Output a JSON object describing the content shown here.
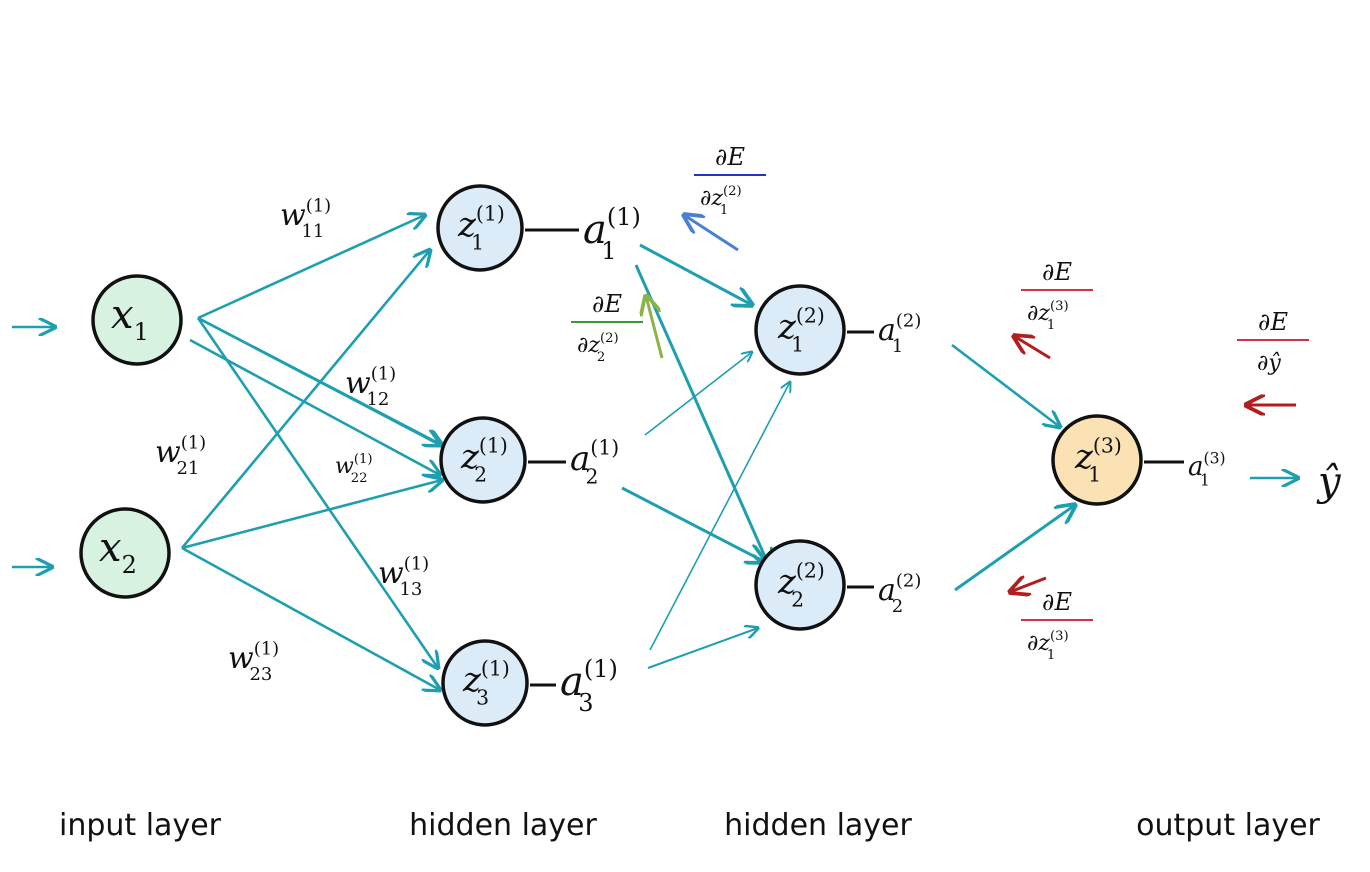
{
  "colors": {
    "edge": "#1e9fb0",
    "input_fill": "#d8f2e2",
    "hidden_fill": "#dcebf8",
    "output_fill": "#fbe2b4",
    "grad_blue": "#2233cc",
    "grad_blue_arrow": "#4a7fd6",
    "grad_green": "#3a9a3a",
    "grad_green_arrow": "#8ab34a",
    "grad_red": "#d4304a",
    "grad_red_arrow": "#b21e1e"
  },
  "nodes": [
    {
      "id": "x1",
      "base": "x",
      "sub": "1",
      "sup": "",
      "layer": "input"
    },
    {
      "id": "x2",
      "base": "x",
      "sub": "2",
      "sup": "",
      "layer": "input"
    },
    {
      "id": "z11",
      "base": "z",
      "sub": "1",
      "sup": "(1)",
      "layer": "hidden"
    },
    {
      "id": "z21",
      "base": "z",
      "sub": "2",
      "sup": "(1)",
      "layer": "hidden"
    },
    {
      "id": "z31",
      "base": "z",
      "sub": "3",
      "sup": "(1)",
      "layer": "hidden"
    },
    {
      "id": "z12",
      "base": "z",
      "sub": "1",
      "sup": "(2)",
      "layer": "hidden"
    },
    {
      "id": "z22",
      "base": "z",
      "sub": "2",
      "sup": "(2)",
      "layer": "hidden"
    },
    {
      "id": "z13",
      "base": "z",
      "sub": "1",
      "sup": "(3)",
      "layer": "output"
    }
  ],
  "activations": [
    {
      "id": "a11",
      "base": "a",
      "sub": "1",
      "sup": "(1)"
    },
    {
      "id": "a21",
      "base": "a",
      "sub": "2",
      "sup": "(1)"
    },
    {
      "id": "a31",
      "base": "a",
      "sub": "3",
      "sup": "(1)"
    },
    {
      "id": "a12",
      "base": "a",
      "sub": "1",
      "sup": "(2)"
    },
    {
      "id": "a22",
      "base": "a",
      "sub": "2",
      "sup": "(2)"
    },
    {
      "id": "a13",
      "base": "a",
      "sub": "1",
      "sup": "(3)"
    }
  ],
  "weights": [
    {
      "id": "w11",
      "base": "w",
      "sub": "11",
      "sup": "(1)"
    },
    {
      "id": "w12",
      "base": "w",
      "sub": "12",
      "sup": "(1)"
    },
    {
      "id": "w13",
      "base": "w",
      "sub": "13",
      "sup": "(1)"
    },
    {
      "id": "w21",
      "base": "w",
      "sub": "21",
      "sup": "(1)"
    },
    {
      "id": "w22",
      "base": "w",
      "sub": "22",
      "sup": "(1)"
    },
    {
      "id": "w23",
      "base": "w",
      "sub": "23",
      "sup": "(1)"
    }
  ],
  "output_label": "ŷ",
  "gradients": [
    {
      "id": "g_z12",
      "num": "∂E",
      "den_base": "∂z",
      "den_sub": "1",
      "den_sup": "(2)",
      "color": "grad_blue"
    },
    {
      "id": "g_z22",
      "num": "∂E",
      "den_base": "∂z",
      "den_sub": "2",
      "den_sup": "(2)",
      "color": "grad_green"
    },
    {
      "id": "g_z13_top",
      "num": "∂E",
      "den_base": "∂z",
      "den_sub": "1",
      "den_sup": "(3)",
      "color": "grad_red"
    },
    {
      "id": "g_yhat",
      "num": "∂E",
      "den_base": "∂ŷ",
      "den_sub": "",
      "den_sup": "",
      "color": "grad_red"
    },
    {
      "id": "g_z13_bottom",
      "num": "∂E",
      "den_base": "∂z",
      "den_sub": "1",
      "den_sup": "(3)",
      "color": "grad_red"
    }
  ],
  "layers": [
    "input layer",
    "hidden layer",
    "hidden layer",
    "output layer"
  ]
}
